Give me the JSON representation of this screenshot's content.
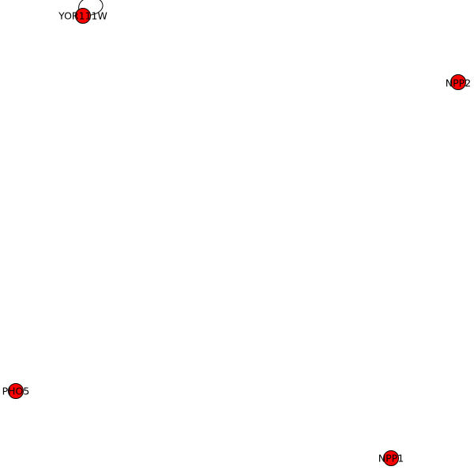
{
  "graph": {
    "node_color": "#ff0000",
    "edge_color": "#000000",
    "nodes": [
      {
        "id": "YOR111W",
        "label": "YOR111W"
      },
      {
        "id": "NPP2",
        "label": "NPP2"
      },
      {
        "id": "PHO5",
        "label": "PHO5"
      },
      {
        "id": "NPP1",
        "label": "NPP1"
      }
    ],
    "edges": [
      {
        "source": "YOR111W",
        "target": "YOR111W"
      }
    ]
  }
}
